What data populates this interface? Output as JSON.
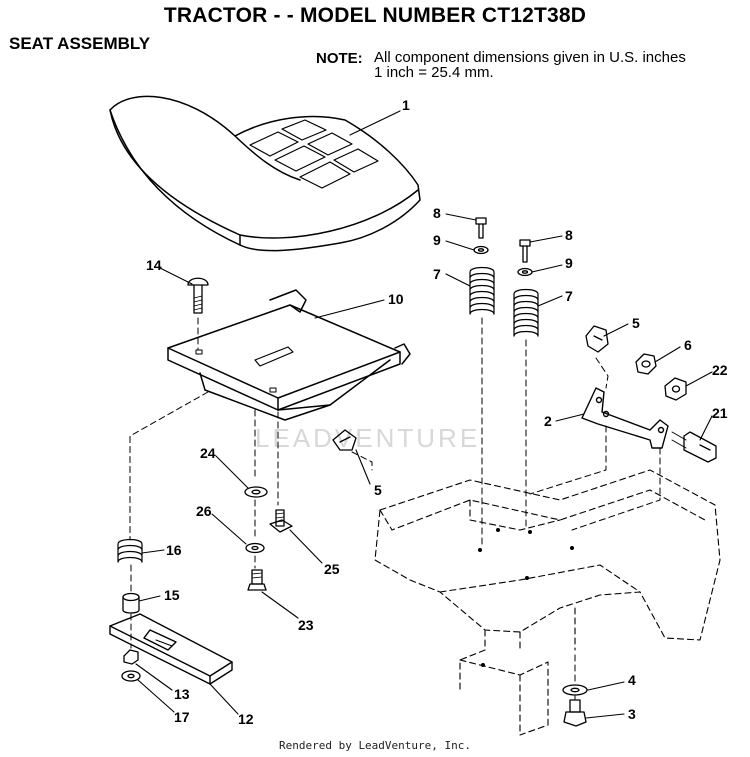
{
  "header": {
    "title": "TRACTOR - - MODEL NUMBER CT12T38D",
    "section": "SEAT ASSEMBLY",
    "note_label": "NOTE:",
    "note_line1": "All component dimensions given in U.S. inches",
    "note_line2": "1 inch = 25.4 mm."
  },
  "watermark": "LEADVENTURE",
  "footer": "Rendered by LeadVenture, Inc.",
  "callouts": {
    "seat": "1",
    "bracket": "2",
    "bolt_bottom": "3",
    "washer_bottom": "4",
    "clip_upper": "5",
    "clip_lower": "5",
    "nut_6": "6",
    "spring_left": "7",
    "spring_right": "7",
    "screw_left": "8",
    "screw_right": "8",
    "washer_left": "9",
    "washer_right": "9",
    "seat_pan": "10",
    "slide_rail": "12",
    "nut_13": "13",
    "carriage_bolt": "14",
    "spacer": "15",
    "spring_16": "16",
    "washer_17": "17",
    "bolt_21": "21",
    "nut_22": "22",
    "bolt_23": "23",
    "washer_24": "24",
    "bolt_25": "25",
    "lockwasher_26": "26"
  },
  "colors": {
    "line": "#000000",
    "watermark": "#d8d8d8"
  }
}
